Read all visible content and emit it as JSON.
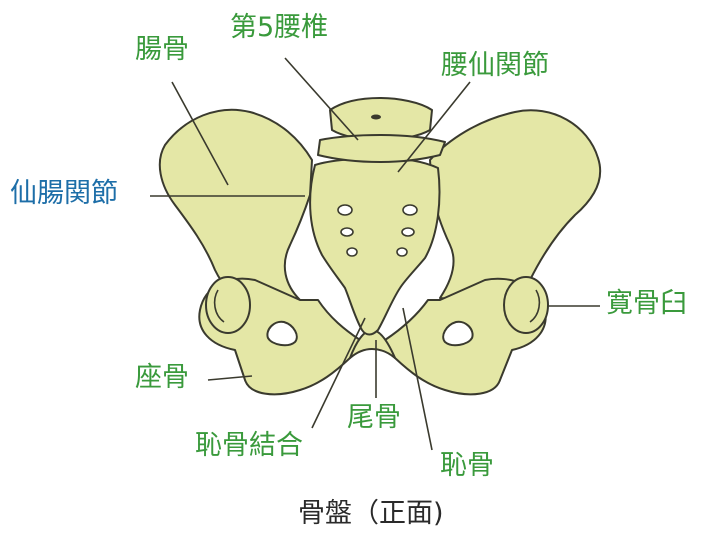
{
  "colors": {
    "bone_fill": "#e4e7a6",
    "outline": "#3a3a2e",
    "label_green": "#3a9a3c",
    "label_blue": "#1d6ea8",
    "caption": "#2a2a2a"
  },
  "labels": {
    "ilium": "腸骨",
    "l5_vertebra": "第5腰椎",
    "lumbosacral_joint": "腰仙関節",
    "sacroiliac_joint": "仙腸関節",
    "acetabulum": "寛骨臼",
    "ischium": "座骨",
    "coccyx": "尾骨",
    "pubic_symphysis": "恥骨結合",
    "pubis": "恥骨"
  },
  "caption": "骨盤（正面)"
}
